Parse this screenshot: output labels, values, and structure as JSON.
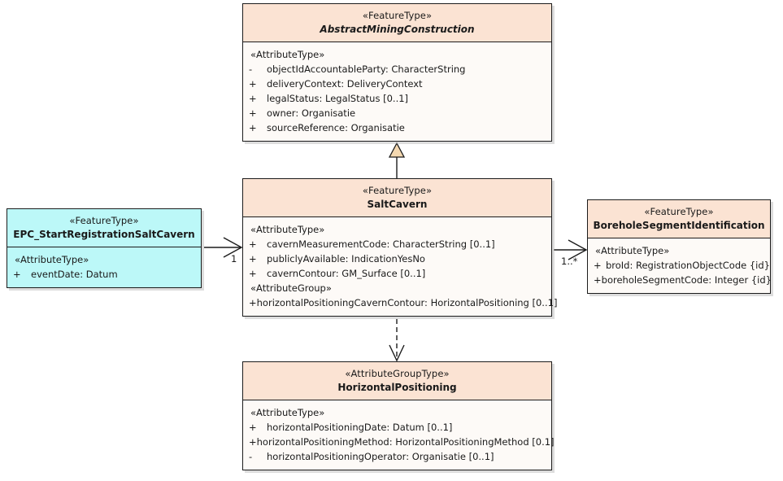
{
  "diagram": {
    "type": "uml-class-diagram",
    "colors": {
      "feature_type_header": "#FBE3D3",
      "feature_type_body": "#FDFAF7",
      "event_type_fill": "#BCF8F8",
      "border": "#1C1C1C",
      "generalization_arrow_fill": "#F4D8B0"
    }
  },
  "classes": {
    "abstract_mining_construction": {
      "stereotype": "«FeatureType»",
      "name": "AbstractMiningConstruction",
      "is_abstract": true,
      "compartments": [
        {
          "group_label": "«AttributeType»",
          "attributes": [
            {
              "visibility": "-",
              "signature": "objectIdAccountableParty: CharacterString"
            },
            {
              "visibility": "+",
              "signature": "deliveryContext: DeliveryContext"
            },
            {
              "visibility": "+",
              "signature": "legalStatus: LegalStatus [0..1]"
            },
            {
              "visibility": "+",
              "signature": "owner: Organisatie"
            },
            {
              "visibility": "+",
              "signature": "sourceReference: Organisatie"
            }
          ]
        }
      ]
    },
    "salt_cavern": {
      "stereotype": "«FeatureType»",
      "name": "SaltCavern",
      "is_abstract": false,
      "compartments": [
        {
          "group_label": "«AttributeType»",
          "attributes": [
            {
              "visibility": "+",
              "signature": "cavernMeasurementCode: CharacterString [0..1]"
            },
            {
              "visibility": "+",
              "signature": "publiclyAvailable: IndicationYesNo"
            },
            {
              "visibility": "+",
              "signature": "cavernContour: GM_Surface [0..1]"
            }
          ]
        },
        {
          "group_label": "«AttributeGroup»",
          "attributes": [
            {
              "visibility": "+",
              "signature": "horizontalPositioningCavernContour: HorizontalPositioning [0..1]"
            }
          ]
        }
      ]
    },
    "epc_start_registration_salt_cavern": {
      "stereotype": "«FeatureType»",
      "name": "EPC_StartRegistrationSaltCavern",
      "is_abstract": false,
      "compartments": [
        {
          "group_label": "«AttributeType»",
          "attributes": [
            {
              "visibility": "+",
              "signature": "eventDate: Datum"
            }
          ]
        }
      ]
    },
    "borehole_segment_identification": {
      "stereotype": "«FeatureType»",
      "name": "BoreholeSegmentIdentification",
      "is_abstract": false,
      "compartments": [
        {
          "group_label": "«AttributeType»",
          "attributes": [
            {
              "visibility": "+",
              "signature": "broId: RegistrationObjectCode {id}"
            },
            {
              "visibility": "+",
              "signature": "boreholeSegmentCode: Integer {id}"
            }
          ]
        }
      ]
    },
    "horizontal_positioning": {
      "stereotype": "«AttributeGroupType»",
      "name": "HorizontalPositioning",
      "is_abstract": false,
      "compartments": [
        {
          "group_label": "«AttributeType»",
          "attributes": [
            {
              "visibility": "+",
              "signature": "horizontalPositioningDate: Datum [0..1]"
            },
            {
              "visibility": "+",
              "signature": "horizontalPositioningMethod: HorizontalPositioningMethod [0.1]"
            },
            {
              "visibility": "-",
              "signature": "horizontalPositioningOperator: Organisatie [0..1]"
            }
          ]
        }
      ]
    }
  },
  "relationships": {
    "generalization_saltcavern_to_abstract": {
      "kind": "generalization",
      "from": "SaltCavern",
      "to": "AbstractMiningConstruction",
      "label": ""
    },
    "association_epc_to_saltcavern": {
      "kind": "association",
      "from": "EPC_StartRegistrationSaltCavern",
      "to": "SaltCavern",
      "target_multiplicity": "1"
    },
    "association_saltcavern_to_borehole": {
      "kind": "association",
      "from": "SaltCavern",
      "to": "BoreholeSegmentIdentification",
      "target_multiplicity": "1..*"
    },
    "dependency_saltcavern_to_horizontal": {
      "kind": "dependency",
      "from": "SaltCavern",
      "to": "HorizontalPositioning",
      "label": ""
    }
  }
}
